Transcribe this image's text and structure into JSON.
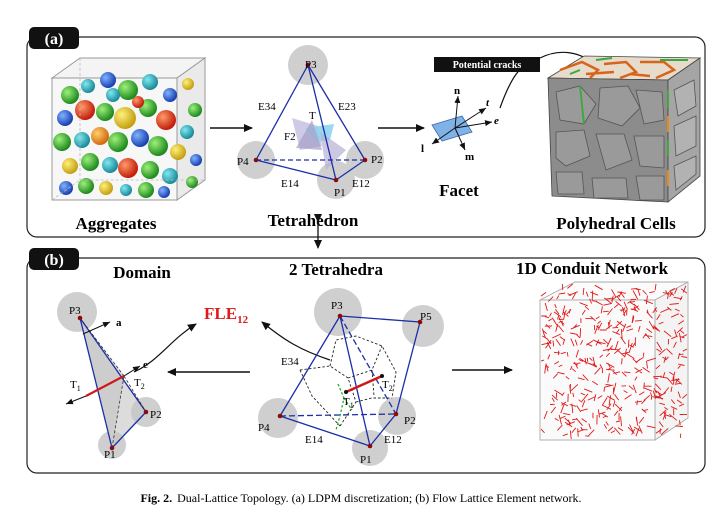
{
  "panel_a": {
    "tag": "(a)",
    "aggregates_label": "Aggregates",
    "tetrahedron_label": "Tetrahedron",
    "facet_label": "Facet",
    "cells_label": "Polyhedral Cells",
    "cracks_label": "Potential cracks",
    "tet_points": {
      "p1": "P1",
      "p2": "P2",
      "p3": "P3",
      "p4": "P4"
    },
    "tet_edges": {
      "e12": "E12",
      "e14": "E14",
      "e23": "E23",
      "e34": "E34"
    },
    "tet_misc": {
      "f2": "F2",
      "t": "T"
    },
    "facet_vectors": {
      "n": "n",
      "t": "t",
      "e": "e",
      "l": "l",
      "m": "m"
    }
  },
  "panel_b": {
    "tag": "(b)",
    "domain_label": "Domain",
    "two_tet_label": "2 Tetrahedra",
    "network_label": "1D Conduit Network",
    "fle_label": "FLE",
    "fle_sub": "12",
    "domain_points": {
      "p1": "P1",
      "p2": "P2",
      "p3": "P3"
    },
    "domain_misc": {
      "a": "a",
      "e": "e",
      "t1": "T",
      "t1_sub": "1",
      "t2": "T",
      "t2_sub": "2"
    },
    "two_tet_points": {
      "p1": "P1",
      "p2": "P2",
      "p3": "P3",
      "p4": "P4",
      "p5": "P5"
    },
    "two_tet_edges": {
      "e12": "E12",
      "e14": "E14",
      "e34": "E34"
    },
    "two_tet_misc": {
      "t1": "T",
      "t1_sub": "1",
      "t2": "T",
      "t2_sub": "2"
    }
  },
  "caption": {
    "prefix": "Fig. 2.",
    "text": "Dual-Lattice Topology. (a) LDPM discretization; (b) Flow Lattice Element network."
  }
}
